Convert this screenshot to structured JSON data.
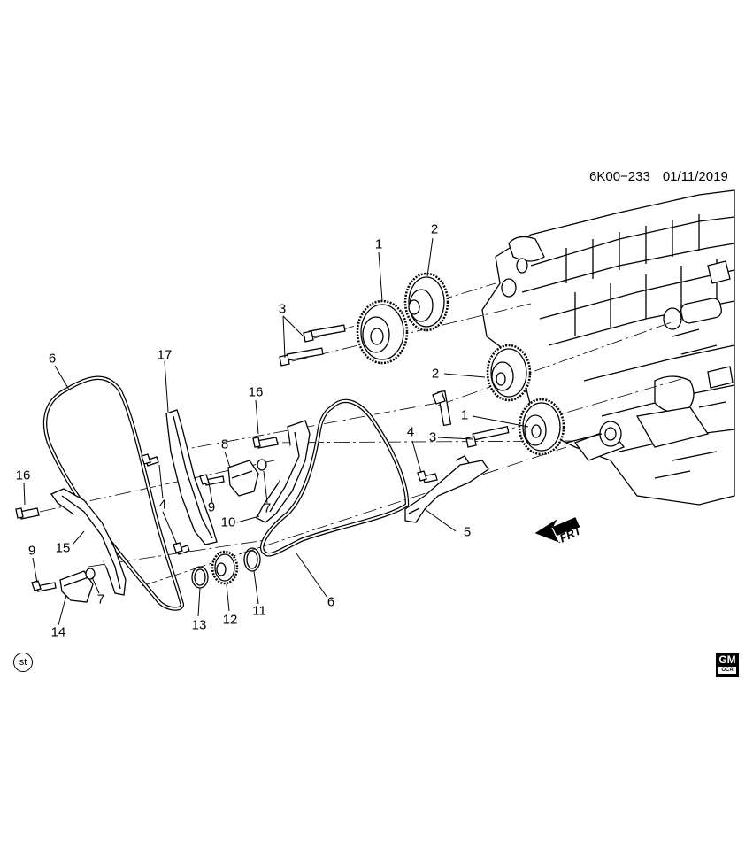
{
  "header": {
    "drawing_number": "6K00−233",
    "drawing_date": "01/11/2019"
  },
  "callouts": {
    "c1_upper": "1",
    "c2_upper": "2",
    "c3_upper": "3",
    "c2_lower": "2",
    "c1_lower": "1",
    "c3_lower": "3",
    "c4_right": "4",
    "c5": "5",
    "c6_left": "6",
    "c6_right": "6",
    "c17": "17",
    "c16_mid": "16",
    "c8": "8",
    "c9_mid": "9",
    "c7_mid": "7",
    "c10": "10",
    "c4_left": "4",
    "c16_left": "16",
    "c15": "15",
    "c9_left": "9",
    "c7_left": "7",
    "c14": "14",
    "c13": "13",
    "c12": "12",
    "c11": "11"
  },
  "direction_marker": "FRT",
  "badge": "st",
  "logo": {
    "top": "GM",
    "bottom": "OCA"
  }
}
